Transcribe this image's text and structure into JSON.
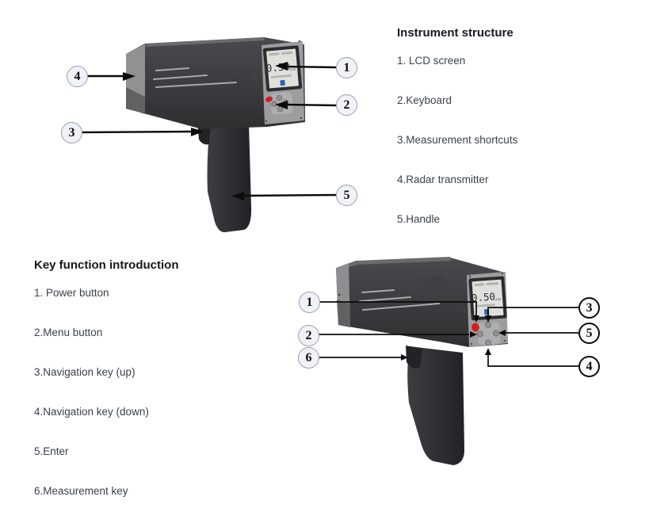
{
  "sections": {
    "instrument_structure": {
      "title": "Instrument structure",
      "items": [
        "1. LCD screen",
        "2.Keyboard",
        "3.Measurement shortcuts",
        "4.Radar transmitter",
        "5.Handle"
      ]
    },
    "key_function_introduction": {
      "title": "Key function introduction",
      "items": [
        "1. Power button",
        "2.Menu button",
        "3.Navigation key (up)",
        "4.Navigation key (down)",
        "5.Enter",
        "6.Measurement key"
      ]
    }
  },
  "diagrams": {
    "top": {
      "lcd": {
        "reading": "0.50",
        "unit": "m/s"
      },
      "callouts": {
        "c1": "1",
        "c2": "2",
        "c3": "3",
        "c4": "4",
        "c5": "5"
      }
    },
    "bottom": {
      "lcd": {
        "reading": "0.50",
        "unit": "m/s"
      },
      "callouts": {
        "c1": "1",
        "c2": "2",
        "c3": "3",
        "c4": "4",
        "c5": "5",
        "c6": "6"
      }
    }
  },
  "colors": {
    "body_dark": "#39393c",
    "rear_panel_gray": "#9d9da0",
    "power_button_red": "#d41d1d",
    "lcd_icon_blue": "#2e62b8",
    "callout_fill": "#f1f2f7",
    "arrow_black": "#0b0b0b",
    "heading_text": "#15181e",
    "body_text": "#3c4149"
  }
}
